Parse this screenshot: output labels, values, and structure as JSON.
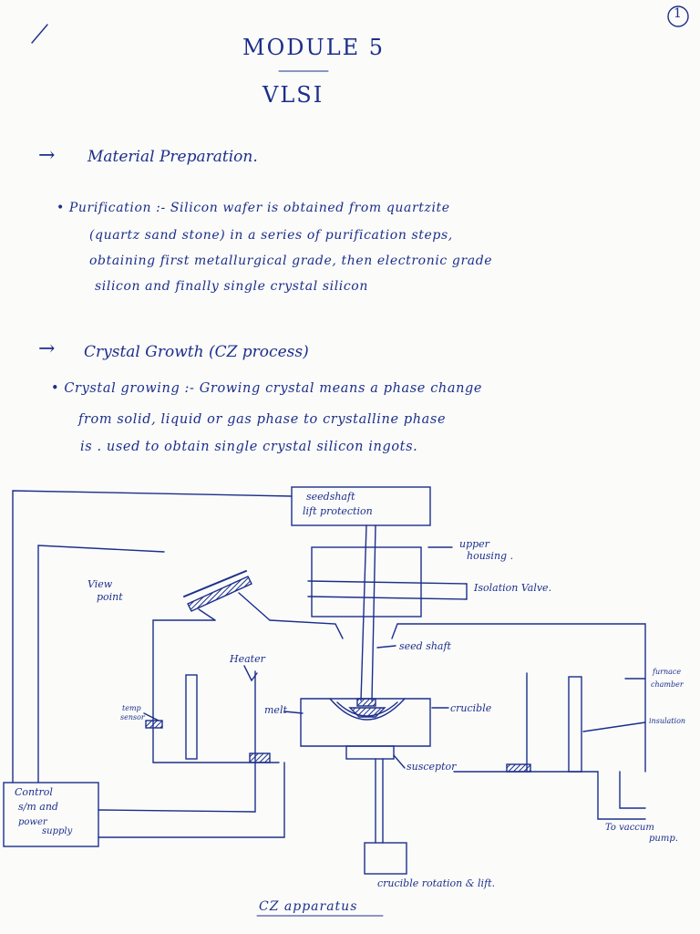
{
  "page": {
    "page_number": "1",
    "title": "MODULE 5",
    "subtitle": "VLSI",
    "arrow_glyph": "→"
  },
  "section1": {
    "heading": "Material Preparation.",
    "lines": [
      "• Purification :- Silicon wafer is obtained from quartzite",
      "(quartz sand stone) in a series of purification steps,",
      "obtaining first metallurgical grade, then electronic grade",
      "silicon and finally single crystal silicon"
    ]
  },
  "section2": {
    "heading": "Crystal Growth (CZ process)",
    "lines": [
      "• Crystal growing :- Growing crystal means a phase change",
      "from solid, liquid or gas phase to crystalline phase",
      "is . used to obtain single crystal silicon ingots."
    ]
  },
  "diagram": {
    "caption": "CZ apparatus",
    "labels": {
      "seedshaft": "seedshaft",
      "lift_protection": "lift protection",
      "upper_housing_1": "upper",
      "upper_housing_2": "housing .",
      "isolation_valve": "Isolation Valve.",
      "view_point_1": "View",
      "view_point_2": "point",
      "seed_shaft": "seed shaft",
      "heater": "Heater",
      "temp_sensor_1": "temp",
      "temp_sensor_2": "sensor",
      "melt": "melt",
      "crucible": "crucible",
      "susceptor": "susceptor",
      "furnace_chamber_1": "furnace",
      "furnace_chamber_2": "chamber",
      "insulation": "insulation",
      "control_1": "Control",
      "control_2": "s/m and",
      "control_3": "power",
      "control_4": "supply",
      "vacuum_1": "To vaccum",
      "vacuum_2": "pump.",
      "crucible_rotation": "crucible rotation & lift."
    }
  },
  "colors": {
    "ink": "#1c2f8a",
    "paper": "#fbfbfa"
  }
}
